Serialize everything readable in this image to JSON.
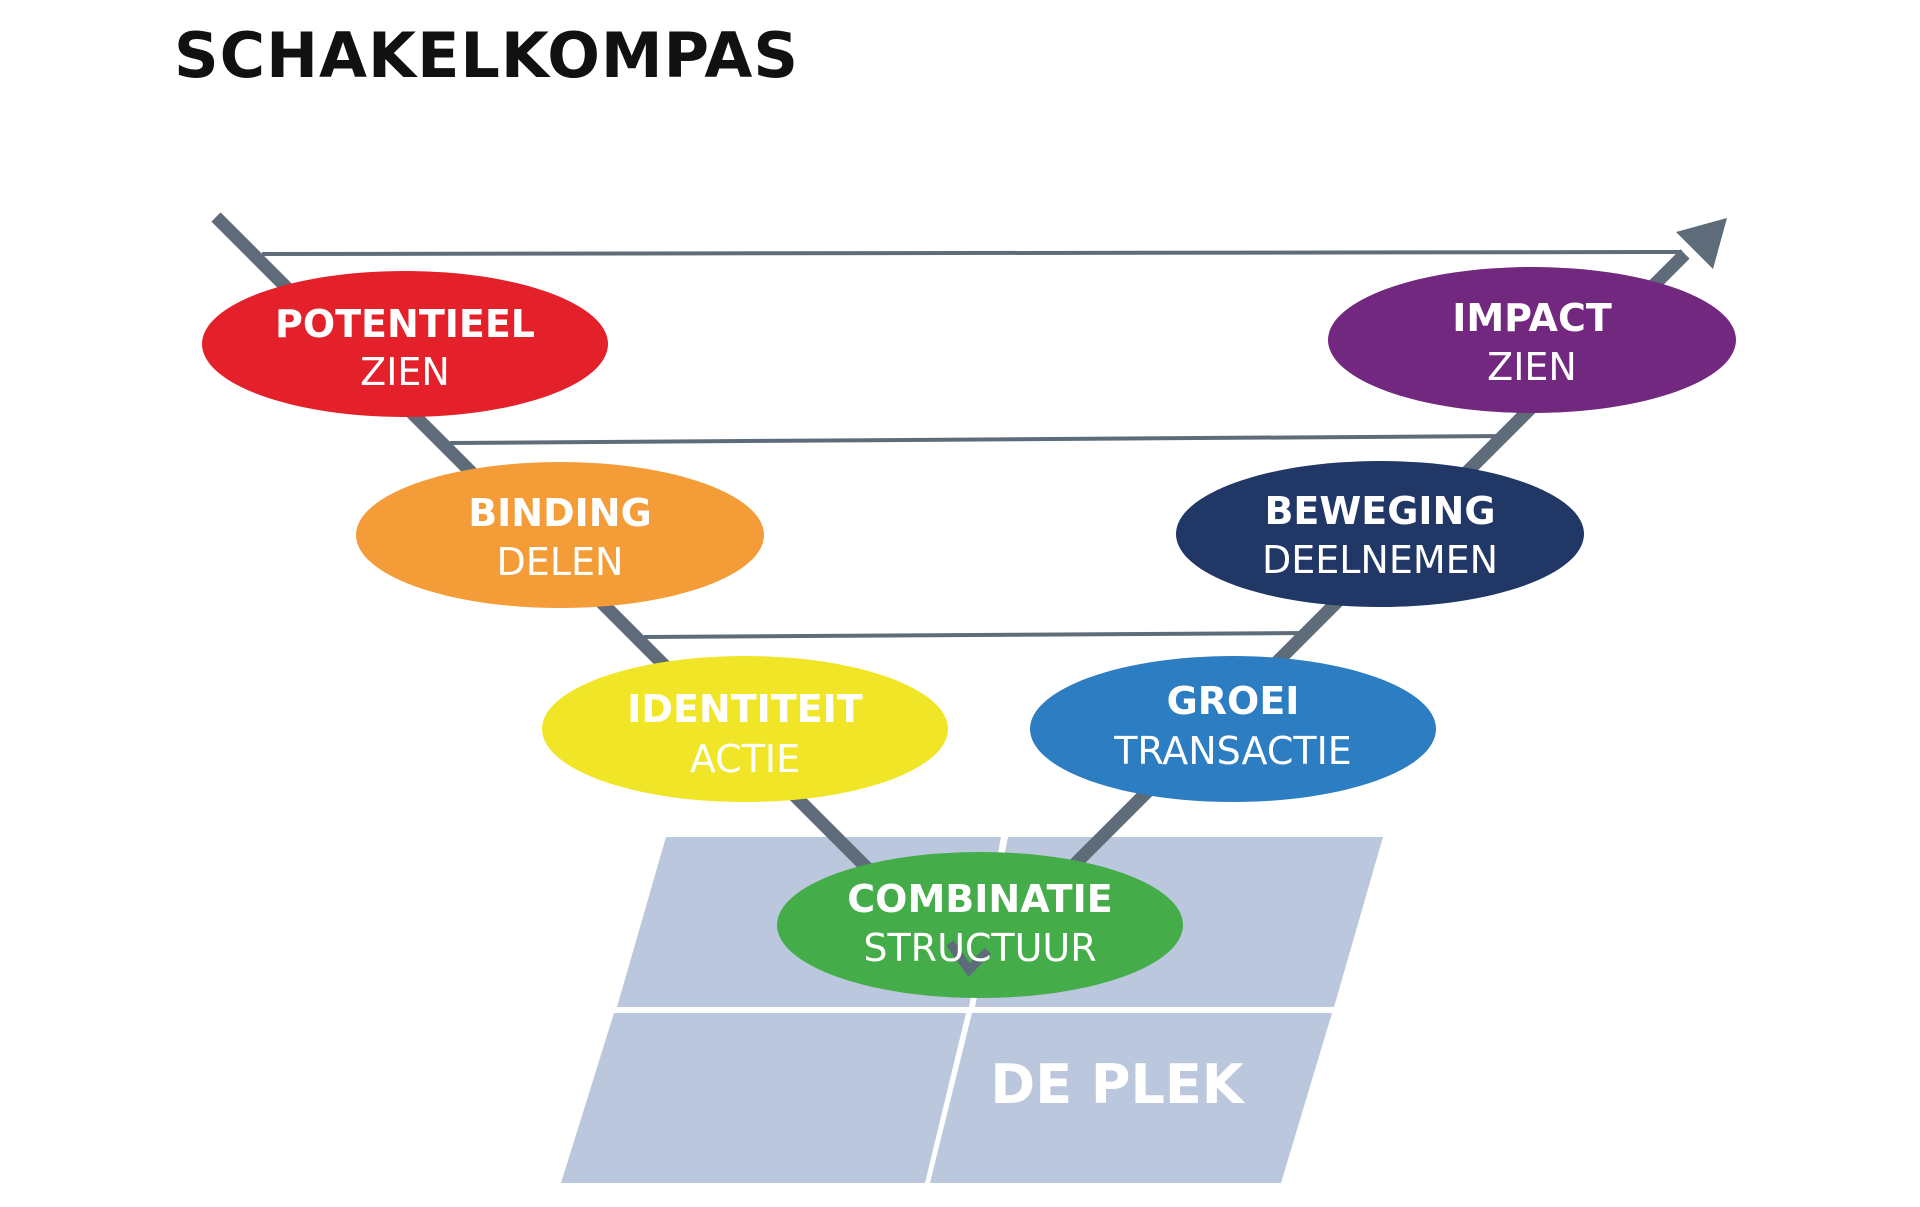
{
  "title": "SCHAKELKOMPAS",
  "colors": {
    "arrow": "#5d6c78",
    "place_fill": "#bac7dc",
    "potentieel": "#e4202a",
    "binding": "#f39c38",
    "identiteit": "#f0e526",
    "combinatie": "#45ac4a",
    "groei": "#2d7dc2",
    "beweging": "#213766",
    "impact": "#73287f"
  },
  "place": {
    "label": "DE PLEK"
  },
  "nodes": {
    "potentieel": {
      "title": "POTENTIEEL",
      "subtitle": "ZIEN"
    },
    "binding": {
      "title": "BINDING",
      "subtitle": "DELEN"
    },
    "identiteit": {
      "title": "IDENTITEIT",
      "subtitle": "ACTIE"
    },
    "combinatie": {
      "title": "COMBINATIE",
      "subtitle": "STRUCTUUR"
    },
    "groei": {
      "title": "GROEI",
      "subtitle": "TRANSACTIE"
    },
    "beweging": {
      "title": "BEWEGING",
      "subtitle": "DEELNEMEN"
    },
    "impact": {
      "title": "IMPACT",
      "subtitle": "ZIEN"
    }
  }
}
